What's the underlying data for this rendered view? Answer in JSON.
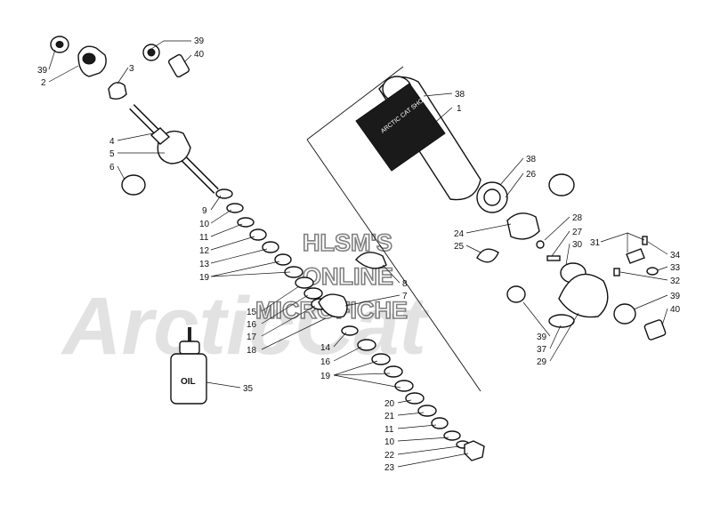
{
  "watermark": {
    "line1": "HLSM'S",
    "line2": "ONLINE",
    "line3": "MICROFICHE",
    "brand": "ArcticCat"
  },
  "decal_text": "ARCTIC CAT SHOCKS",
  "oil_bottle_text": "OIL",
  "callouts": {
    "c39a": "39",
    "c40a": "40",
    "c39b": "39",
    "c2": "2",
    "c3": "3",
    "c4": "4",
    "c5": "5",
    "c6": "6",
    "c9": "9",
    "c10a": "10",
    "c11a": "11",
    "c12": "12",
    "c13": "13",
    "c19a": "19",
    "c15": "15",
    "c16a": "16",
    "c17": "17",
    "c18": "18",
    "c8": "8",
    "c7": "7",
    "c14": "14",
    "c16b": "16",
    "c19b": "19",
    "c20": "20",
    "c21": "21",
    "c11b": "11",
    "c10b": "10",
    "c22": "22",
    "c23": "23",
    "c35": "35",
    "c38a": "38",
    "c1": "1",
    "c38b": "38",
    "c26": "26",
    "c24": "24",
    "c25": "25",
    "c28": "28",
    "c27": "27",
    "c30": "30",
    "c31": "31",
    "c34": "34",
    "c33": "33",
    "c32": "32",
    "c39c": "39",
    "c40b": "40",
    "c39d": "39",
    "c37": "37",
    "c29": "29"
  }
}
